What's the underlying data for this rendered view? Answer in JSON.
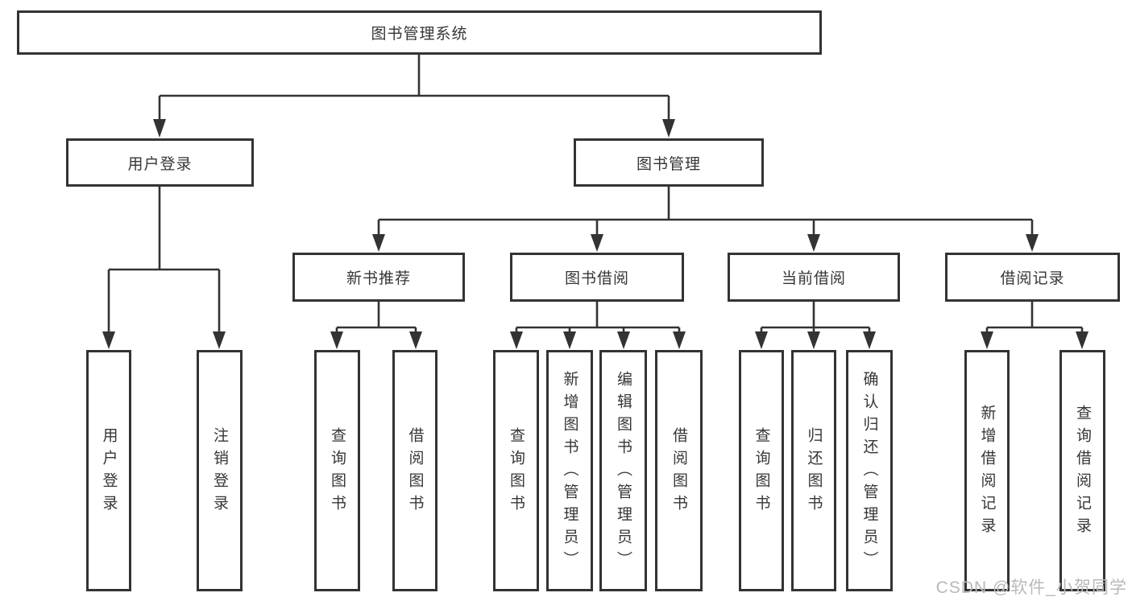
{
  "diagram": {
    "root": {
      "label": "图书管理系统"
    },
    "level2": [
      {
        "label": "用户登录"
      },
      {
        "label": "图书管理"
      }
    ],
    "level3": [
      {
        "label": "新书推荐"
      },
      {
        "label": "图书借阅"
      },
      {
        "label": "当前借阅"
      },
      {
        "label": "借阅记录"
      }
    ],
    "leaves": [
      {
        "parent": "用户登录",
        "label": "用户登录"
      },
      {
        "parent": "用户登录",
        "label": "注销登录"
      },
      {
        "parent": "新书推荐",
        "label": "查询图书"
      },
      {
        "parent": "新书推荐",
        "label": "借阅图书"
      },
      {
        "parent": "图书借阅",
        "label": "查询图书"
      },
      {
        "parent": "图书借阅",
        "label": "新增图书（管理员）"
      },
      {
        "parent": "图书借阅",
        "label": "编辑图书（管理员）"
      },
      {
        "parent": "图书借阅",
        "label": "借阅图书"
      },
      {
        "parent": "当前借阅",
        "label": "查询图书"
      },
      {
        "parent": "当前借阅",
        "label": "归还图书"
      },
      {
        "parent": "当前借阅",
        "label": "确认归还（管理员）"
      },
      {
        "parent": "借阅记录",
        "label": "新增借阅记录"
      },
      {
        "parent": "借阅记录",
        "label": "查询借阅记录"
      }
    ],
    "colors": {
      "line": "#333333",
      "text": "#363636",
      "watermark": "#b9b9b9",
      "background": "#ffffff"
    },
    "watermark": "CSDN @软件_小贺同学"
  }
}
